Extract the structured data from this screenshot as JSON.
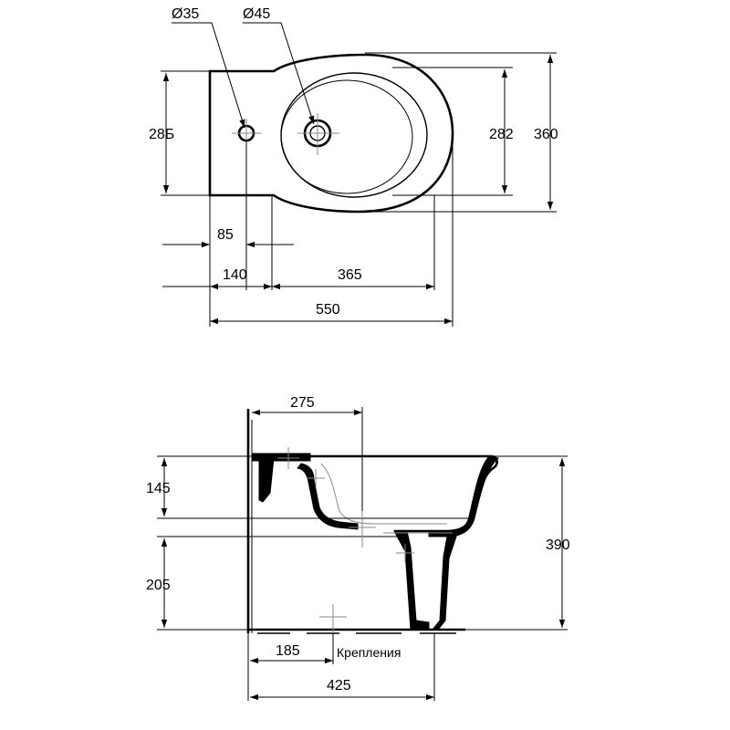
{
  "top_view": {
    "diameter_tap": "Ø35",
    "diameter_drain": "Ø45",
    "dim_depth_left": "28Б",
    "dim_bowl_depth": "282",
    "dim_total_depth": "360",
    "dim_tap_offset": "85",
    "dim_deck_width": "140",
    "dim_bowl_width": "365",
    "dim_total_width": "550"
  },
  "side_view": {
    "dim_drain_offset": "275",
    "dim_bowl_height": "145",
    "dim_lower_height": "205",
    "dim_total_height": "390",
    "dim_fixing_offset": "185",
    "fixing_label": "Крепления",
    "dim_total_length": "425"
  }
}
